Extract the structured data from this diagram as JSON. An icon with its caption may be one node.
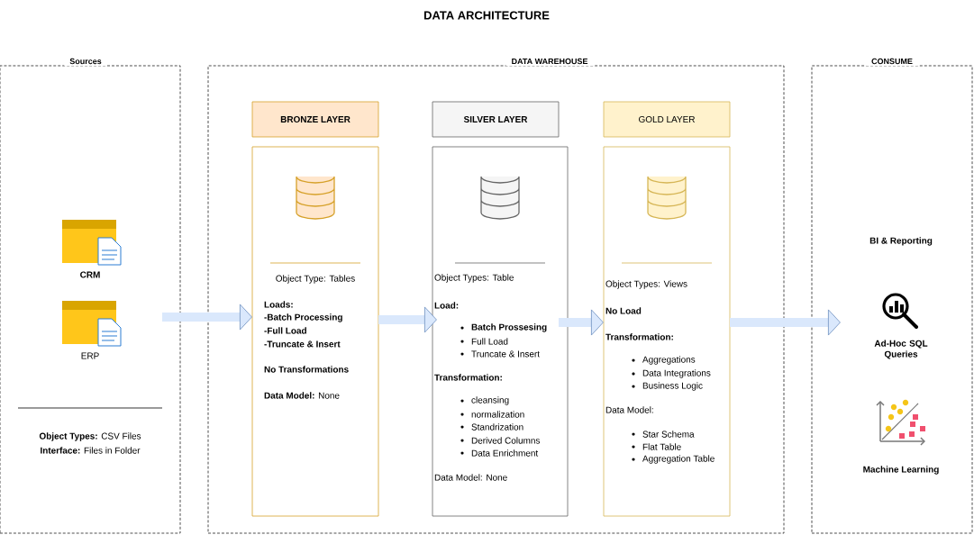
{
  "diagram": {
    "title": "DATA ARCHITECTURE",
    "nodes": [
      {
        "text": [
          "Sources"
        ]
      },
      {
        "text": [
          "DATA WAREHOUSE"
        ]
      },
      {
        "text": [
          "BRONZE LAYER"
        ],
        "in": 1
      },
      {
        "text": [
          "Object Type: Tables",
          "Loads:",
          "-Batch Processing",
          "-Full Load",
          "-Truncate & Insert",
          "No Transformations",
          "**Data Model:** None"
        ],
        "in": 1
      },
      {
        "text": [
          "SILVER LAYER"
        ],
        "in": 1
      },
      {
        "text": [
          "Object Types: Table",
          "Load:",
          "Batch Prossesing",
          "Full Load",
          "Truncate & Insert",
          "Transformation:",
          "cleansing",
          "normalization",
          "Standrization",
          "Derived Columns",
          "Data Enrichment",
          "Data Model: None"
        ],
        "in": 1
      },
      {
        "text": [
          "GOLD LAYER"
        ],
        "in": 1
      },
      {
        "text": [
          "Object Types: Views",
          "No Load",
          "Transformation:",
          "Aggregations",
          "Data Integrations",
          "Business Logic",
          "Data Model:",
          "Star Schema",
          "Flat Table",
          "Aggregation Table"
        ],
        "in": 1
      },
      {
        "text": [
          "CONSUME"
        ]
      }
    ],
    "edges": [
      {
        "from": 0,
        "to": 3,
        "arrow": "to"
      },
      {
        "from": 3,
        "to": 5,
        "arrow": "to"
      },
      {
        "from": 5,
        "to": 7,
        "arrow": "to"
      },
      {
        "from": 7,
        "to": 8,
        "arrow": "to"
      }
    ],
    "labels": [
      "CRM",
      "ERP",
      "**Object Types:** CSV Files",
      "**Interface:** Files in Folder",
      "BI & Reporting",
      "Ad-Hoc SQL Queries",
      "Machine Learning"
    ]
  }
}
